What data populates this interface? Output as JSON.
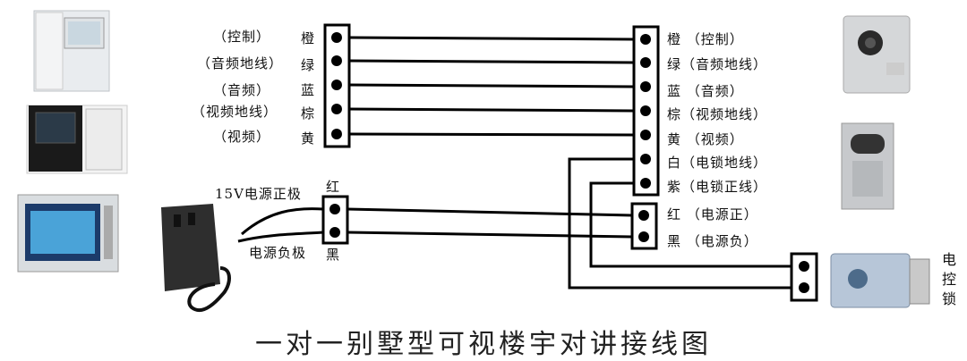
{
  "left_labels": {
    "control": "（控制）",
    "audio_ground": "（音频地线）",
    "audio": "（音频）",
    "video_ground": "（视频地线）",
    "video": "（视频）",
    "orange": "橙",
    "green": "绿",
    "blue": "蓝",
    "brown": "棕",
    "yellow": "黄"
  },
  "right_labels": [
    "橙  （控制）",
    "绿（音频地线）",
    "蓝  （音频）",
    "棕（视频地线）",
    "黄  （视频）",
    "白（电锁地线）",
    "紫（电锁正线）",
    "红  （电源正）",
    "黑  （电源负）"
  ],
  "power": {
    "positive_label": "15V电源正极",
    "negative_label": "电源负极",
    "red": "红",
    "black": "黑"
  },
  "lock_label": "电\n控\n锁",
  "title": "一对一别墅型可视楼宇对讲接线图"
}
